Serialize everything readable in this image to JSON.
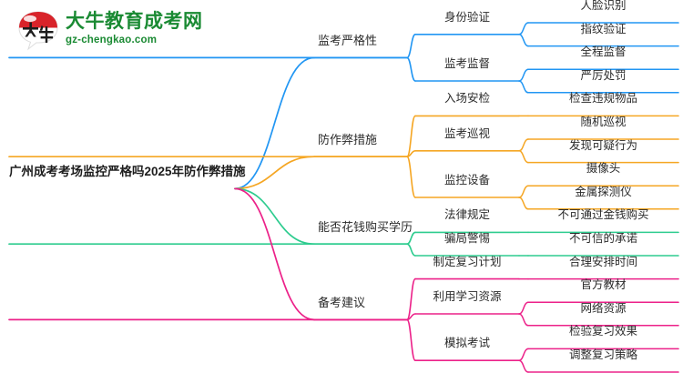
{
  "logo": {
    "mark_alt": "大牛",
    "cn_name": "大牛教育成考网",
    "domain": "gz-chengkao.com",
    "color": "#1a8a33",
    "mark_color": "#d8232a"
  },
  "mindmap": {
    "root": "广州成考考场监控严格吗2025年防作弊措施",
    "branches": [
      {
        "label": "监考严格性",
        "color": "#2196f3",
        "children": [
          {
            "label": "身份验证",
            "leaves": [
              "人脸识别",
              "指纹验证"
            ]
          },
          {
            "label": "监考监督",
            "leaves": [
              "全程监督",
              "严厉处罚"
            ]
          }
        ]
      },
      {
        "label": "防作弊措施",
        "color": "#f5a623",
        "children": [
          {
            "label": "入场安检",
            "leaves": [
              "检查违规物品"
            ]
          },
          {
            "label": "监考巡视",
            "leaves": [
              "随机巡视",
              "发现可疑行为"
            ]
          },
          {
            "label": "监控设备",
            "leaves": [
              "摄像头",
              "金属探测仪"
            ]
          }
        ]
      },
      {
        "label": "能否花钱购买学历",
        "color": "#2ecc8f",
        "children": [
          {
            "label": "法律规定",
            "leaves": [
              "不可通过金钱购买"
            ]
          },
          {
            "label": "骗局警惕",
            "leaves": [
              "不可信的承诺"
            ]
          }
        ]
      },
      {
        "label": "备考建议",
        "color": "#ec2189",
        "children": [
          {
            "label": "制定复习计划",
            "leaves": [
              "合理安排时间"
            ]
          },
          {
            "label": "利用学习资源",
            "leaves": [
              "官方教材",
              "网络资源"
            ]
          },
          {
            "label": "模拟考试",
            "leaves": [
              "检验复习效果",
              "调整复习策略"
            ]
          }
        ]
      }
    ]
  }
}
